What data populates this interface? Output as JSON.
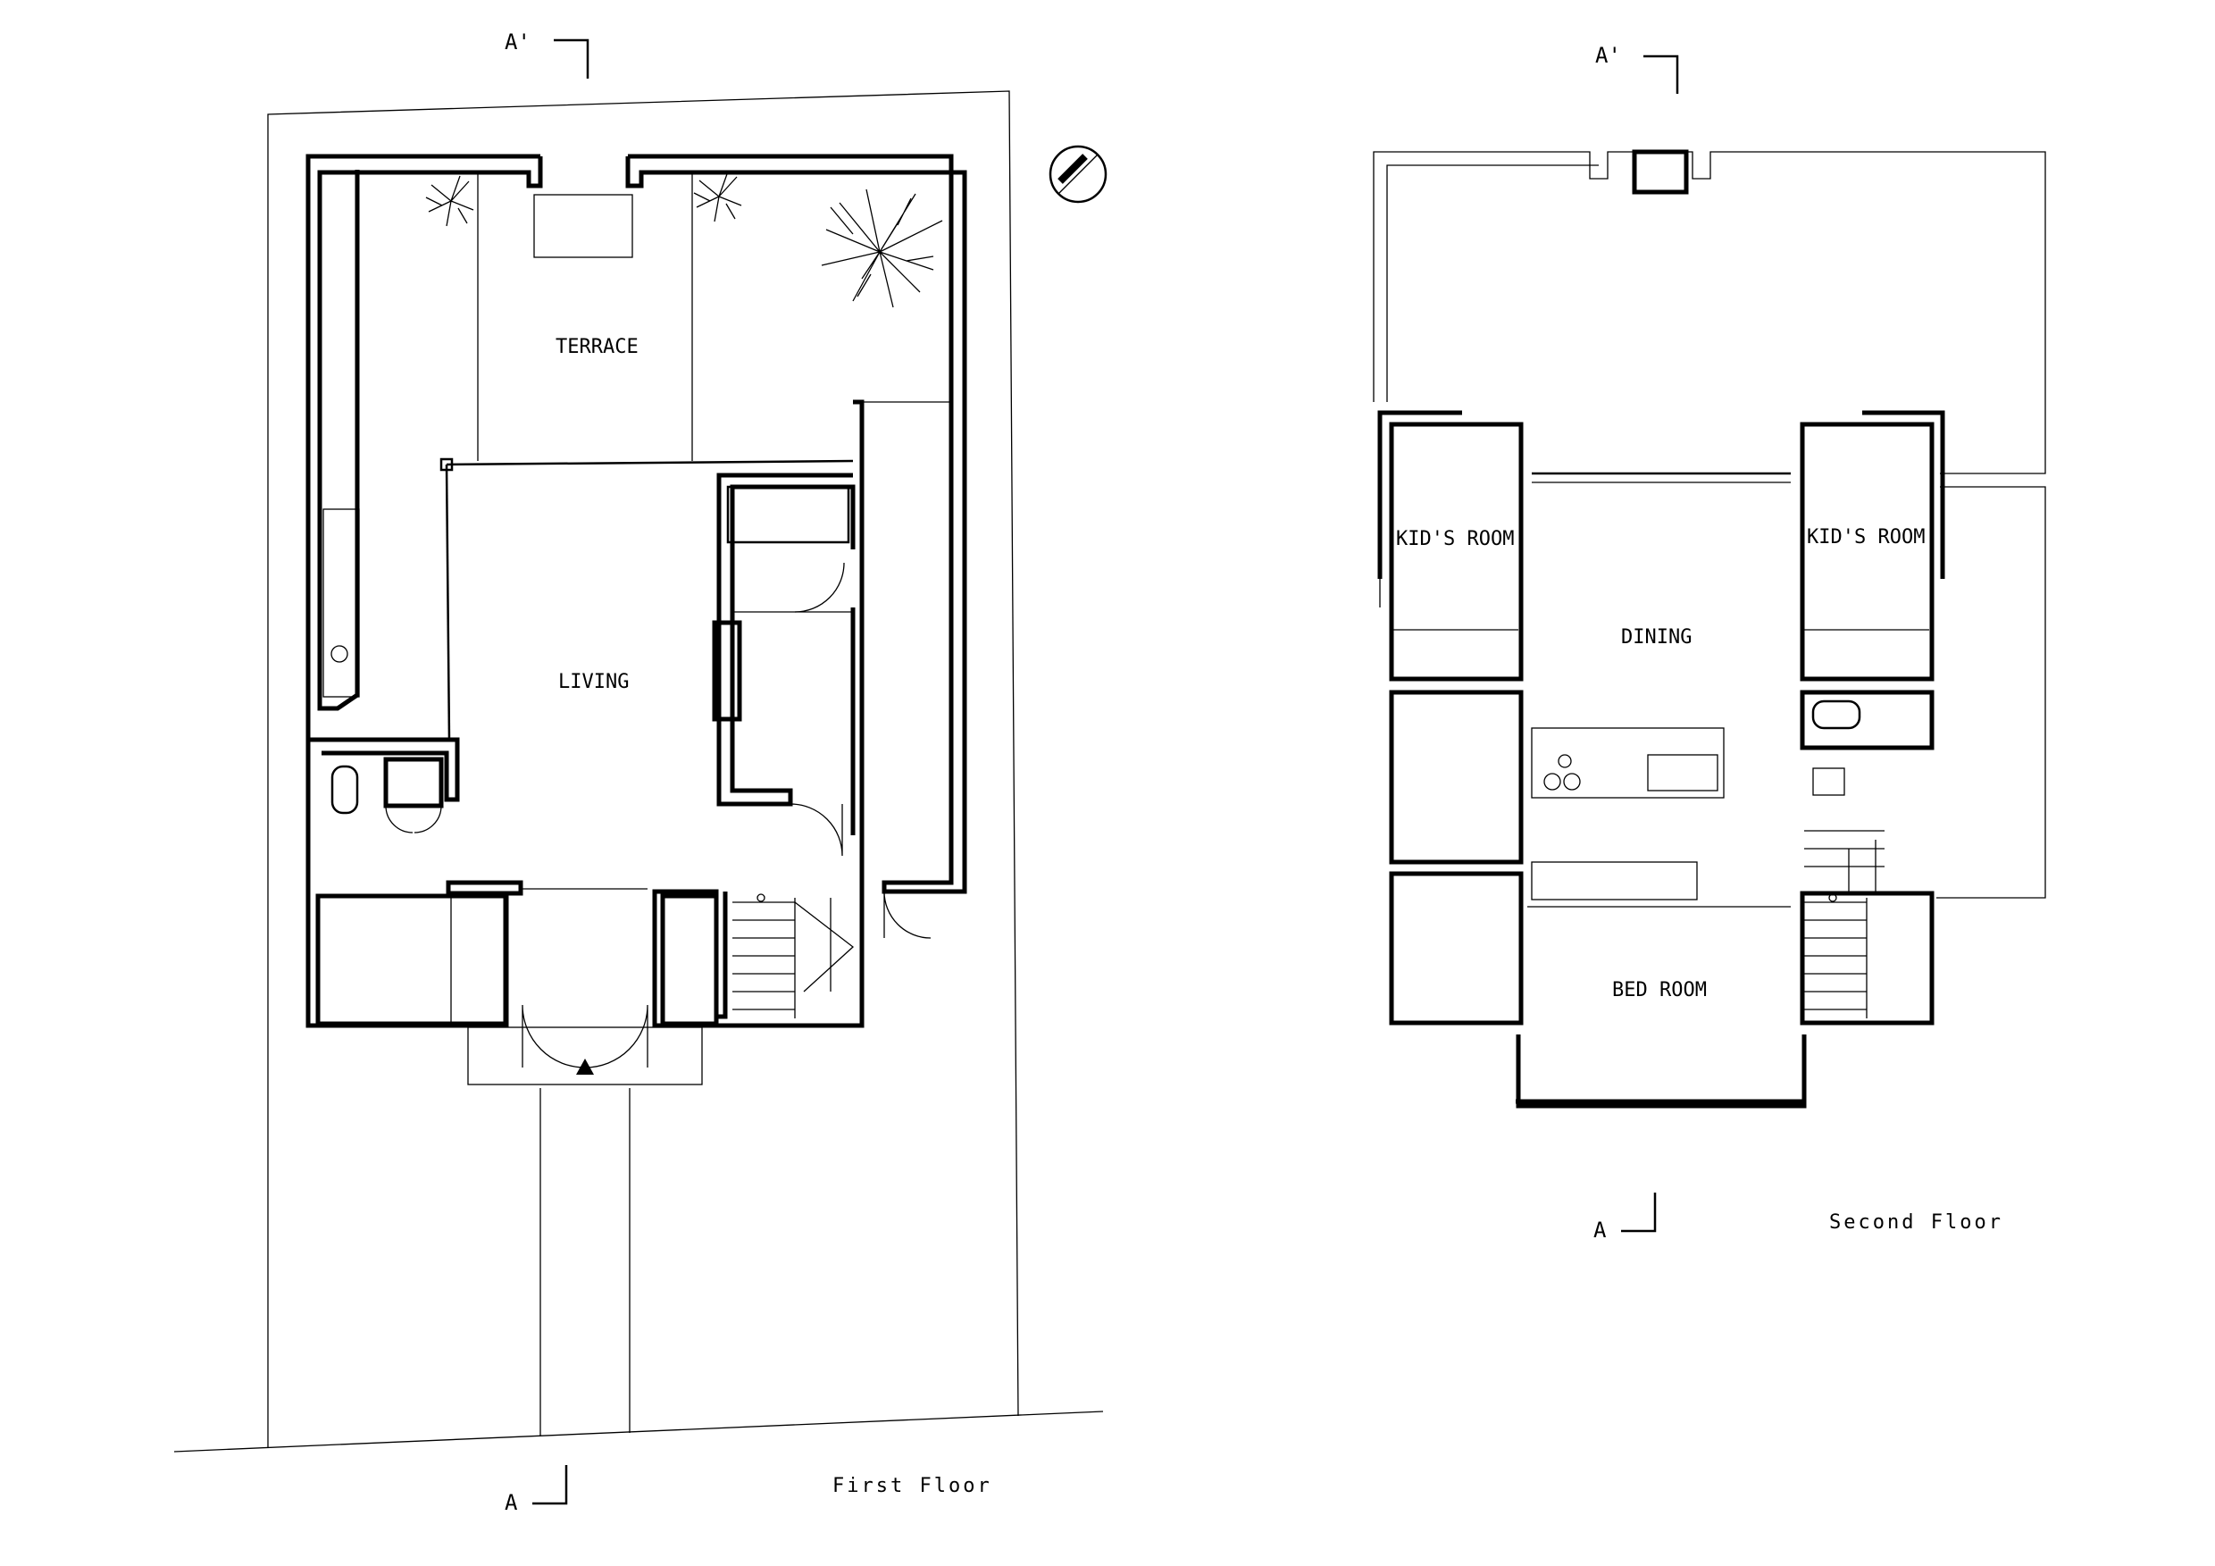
{
  "first_floor": {
    "caption": "First  Floor",
    "rooms": {
      "terrace": "TERRACE",
      "living": "LIVING"
    }
  },
  "second_floor": {
    "caption": "Second  Floor",
    "rooms": {
      "kids_room_left": "KID'S ROOM",
      "kids_room_right": "KID'S ROOM",
      "dining": "DINING",
      "bed_room": "BED ROOM"
    }
  },
  "section_marks": {
    "a": "A",
    "a_prime": "A'"
  }
}
